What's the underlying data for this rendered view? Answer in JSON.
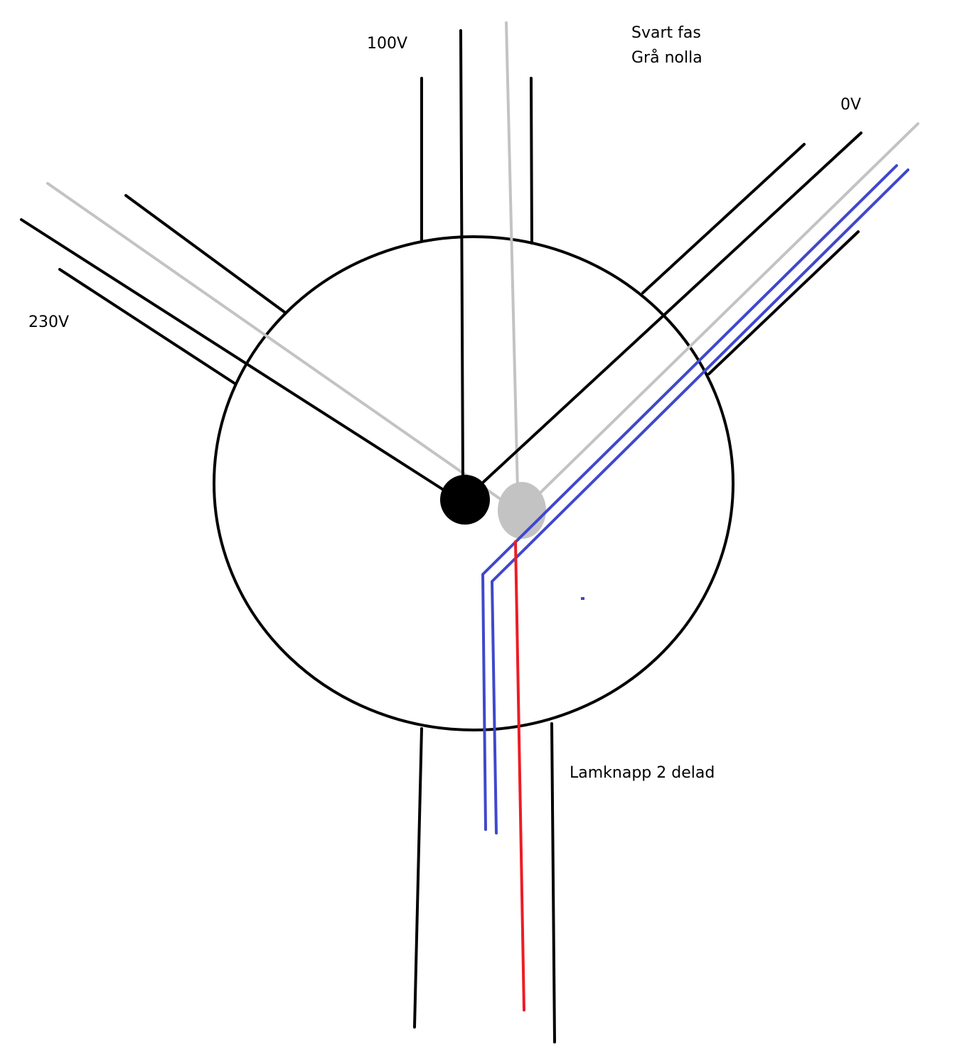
{
  "labels": {
    "v100": "100V",
    "v230": "230V",
    "v0": "0V",
    "legend_black": "Svart fas",
    "legend_gray": "Grå nolla",
    "lamknapp": "Lamknapp 2 delad"
  },
  "colors": {
    "black_wire": "#000000",
    "gray_wire": "#c3c3c3",
    "blue_wire": "#3f48cc",
    "red_wire": "#ed1c24",
    "black_terminal": "#000000",
    "gray_terminal": "#c3c3c3"
  }
}
